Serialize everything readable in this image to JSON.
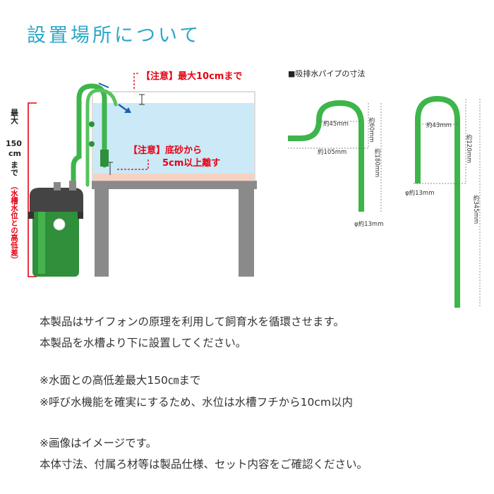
{
  "title": "設置場所について",
  "illustration": {
    "caution_top": "【注意】最大10cmまで",
    "caution_mid_line1": "【注意】底砂から",
    "caution_mid_line2": "5cm以上離す",
    "vertical_max": "最大",
    "vertical_150": "150",
    "vertical_cm": "cm",
    "vertical_made": "まで",
    "vertical_note": "（水槽水位との高低差）"
  },
  "pipe_dimensions": {
    "heading": "■吸排水パイプの寸法",
    "pipe1": {
      "d1": "約45mm",
      "d2": "約60mm",
      "d3": "約105mm",
      "d4": "約180mm",
      "d5": "φ約13mm"
    },
    "pipe2": {
      "d1": "約43mm",
      "d2": "約120mm",
      "d3": "φ約13mm",
      "d4": "約345mm"
    }
  },
  "text": {
    "line1": "本製品はサイフォンの原理を利用して飼育水を循環させます。",
    "line2": "本製品を水槽より下に設置してください。",
    "line3": "※水面との高低差最大150㎝まで",
    "line4": "※呼び水機能を確実にするため、水位は水槽フチから10cm以内",
    "line5": "※画像はイメージです。",
    "line6": "本体寸法、付属ろ材等は製品仕様、セット内容をご確認ください。"
  },
  "colors": {
    "title": "#2aa7c8",
    "caution": "#e60012",
    "pipe": "#3db54a",
    "water": "#cbe9f7",
    "stand": "#8a8a8a"
  }
}
